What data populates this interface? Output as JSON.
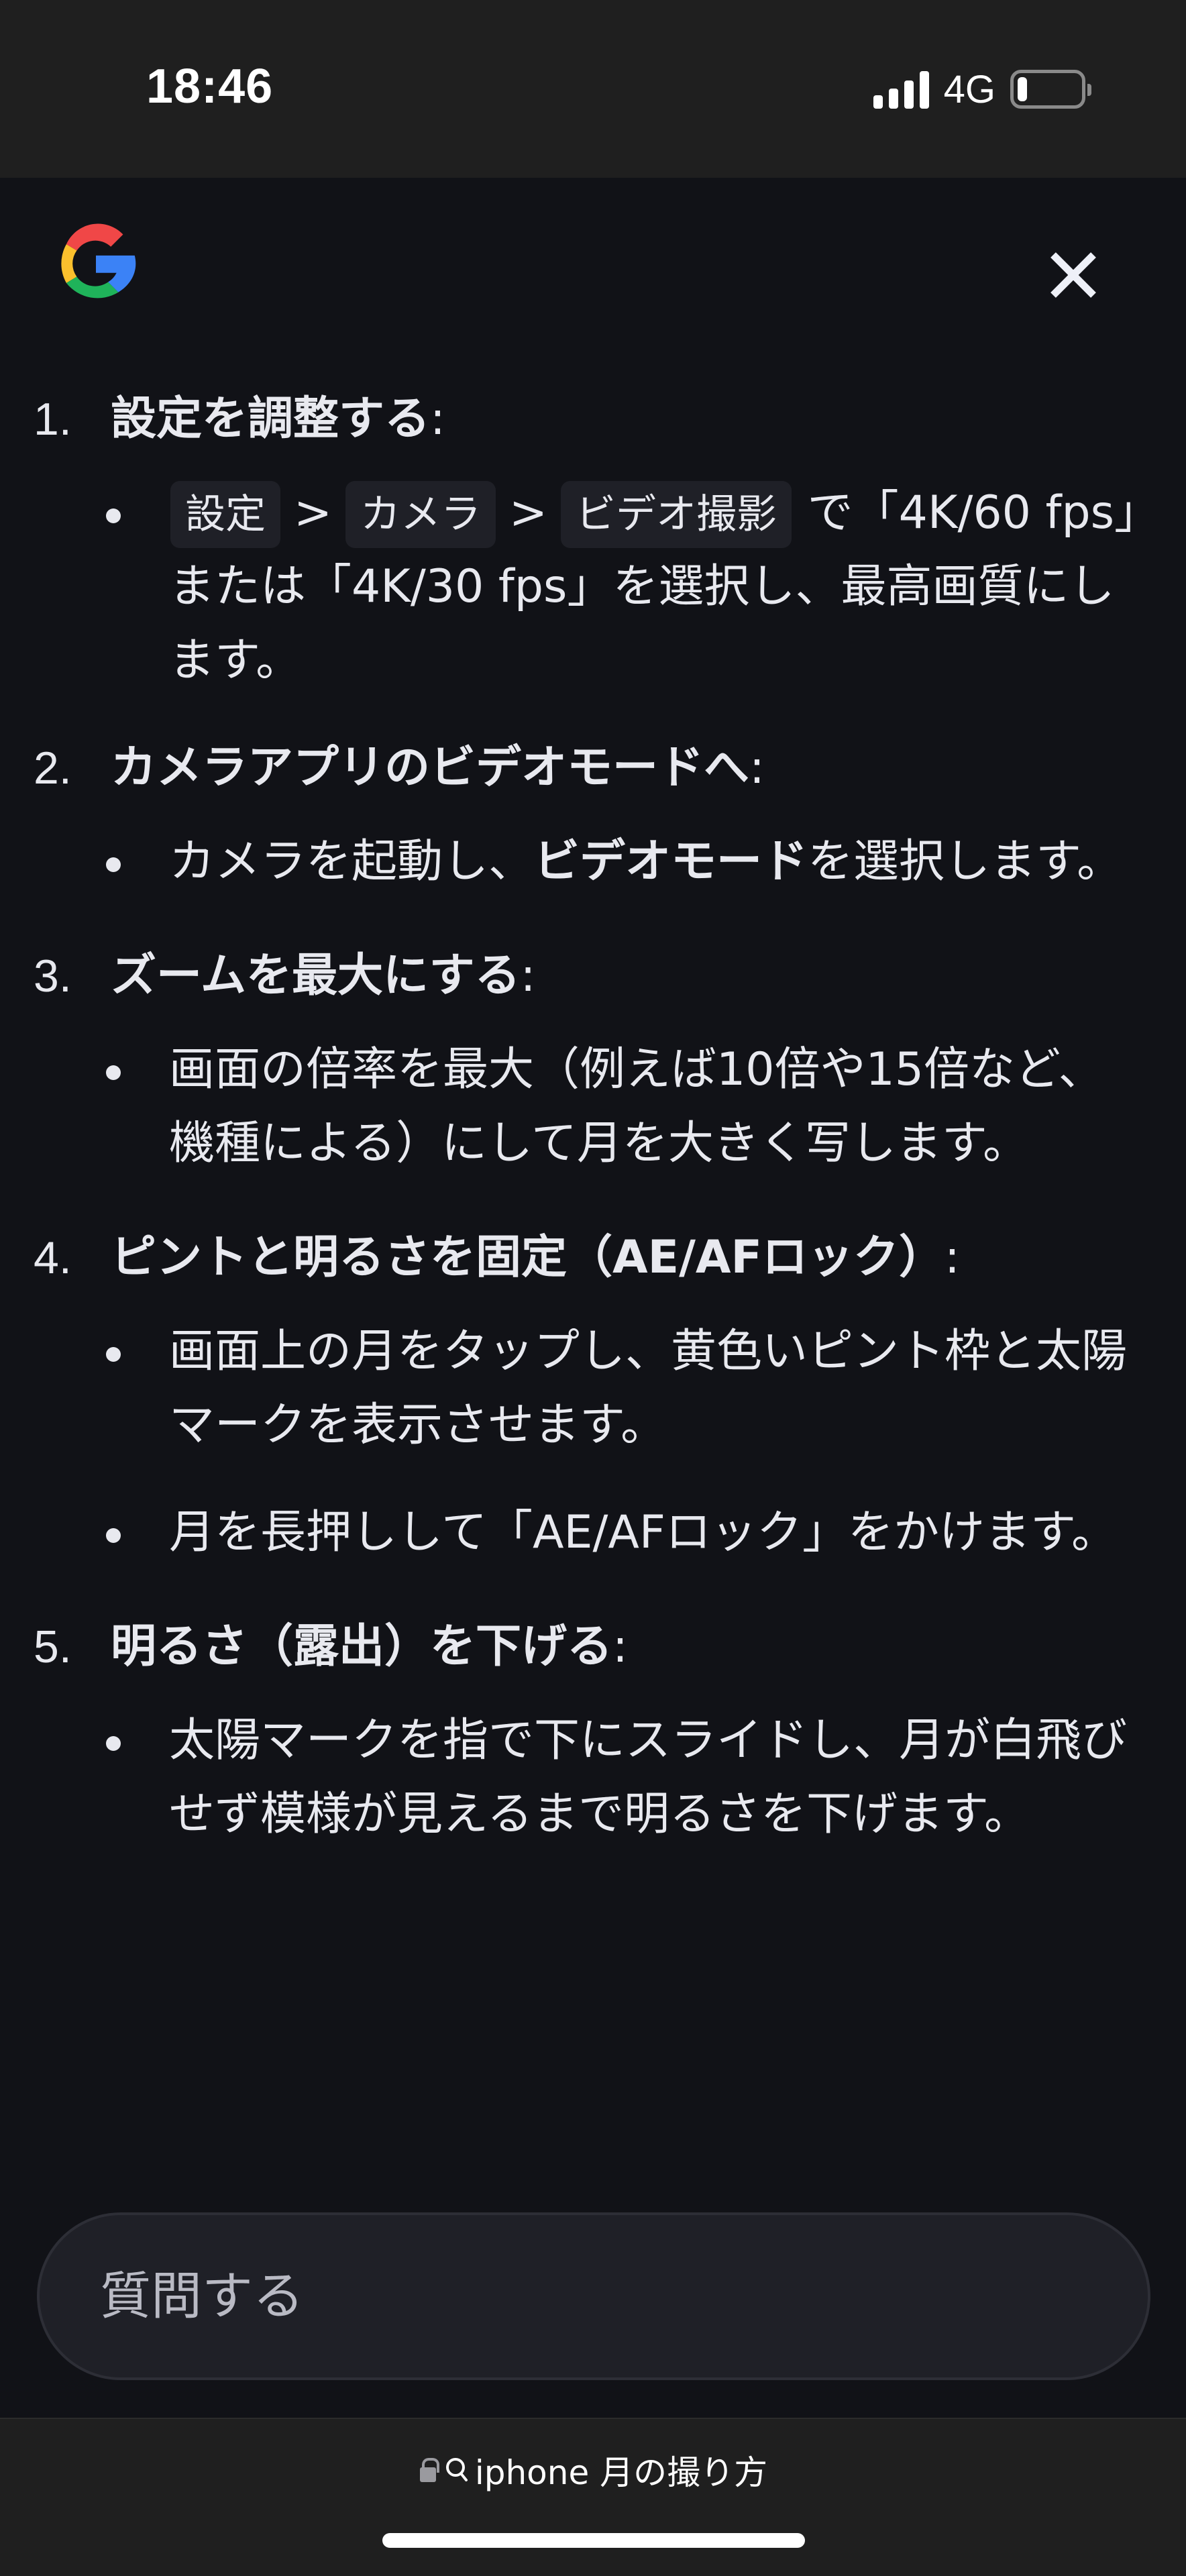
{
  "status_bar": {
    "time": "18:46",
    "network": "4G",
    "signal_bars": 4,
    "battery_level": "low"
  },
  "header": {
    "logo": "google-g-logo",
    "close_icon": "close-icon"
  },
  "steps": [
    {
      "number": "1.",
      "title": "設定を調整する",
      "colon": ":",
      "bullets": [
        {
          "chips": [
            "設定",
            "カメラ",
            "ビデオ撮影"
          ],
          "separator": ">",
          "text": "で「4K/60 fps」または「4K/30 fps」を選択し、最高画質にします。"
        }
      ]
    },
    {
      "number": "2.",
      "title": "カメラアプリのビデオモードへ",
      "colon": ":",
      "bullets": [
        {
          "before": "カメラを起動し、",
          "bold": "ビデオモード",
          "after": "を選択します。"
        }
      ]
    },
    {
      "number": "3.",
      "title": "ズームを最大にする",
      "colon": ":",
      "bullets": [
        {
          "text": "画面の倍率を最大（例えば10倍や15倍など、機種による）にして月を大きく写します。"
        }
      ]
    },
    {
      "number": "4.",
      "title": "ピントと明るさを固定（AE/AFロック）",
      "colon": ":",
      "bullets": [
        {
          "text": "画面上の月をタップし、黄色いピント枠と太陽マークを表示させます。"
        },
        {
          "text": "月を長押しして「AE/AFロック」をかけます。"
        }
      ]
    },
    {
      "number": "5.",
      "title": "明るさ（露出）を下げる",
      "colon": ":",
      "bullets": [
        {
          "text": "太陽マークを指で下にスライドし、月が白飛びせず模様が見えるまで明るさを下げます。"
        }
      ]
    }
  ],
  "ask_input": {
    "placeholder": "質問する",
    "value": ""
  },
  "bottom_bar": {
    "url_text": "iphone 月の撮り方",
    "lock_icon": "lock-icon",
    "search_icon": "search-icon"
  },
  "colors": {
    "background": "#111217",
    "status_bar": "#1f1f1f",
    "text": "#e8e9ef",
    "chip_bg": "#1f2027",
    "input_bg": "#1f2027",
    "input_border": "#2d2e36",
    "placeholder": "#b9bac4",
    "google_blue": "#3b82f6",
    "google_red": "#f04747",
    "google_yellow": "#fbc02d",
    "google_green": "#1fb35a"
  }
}
